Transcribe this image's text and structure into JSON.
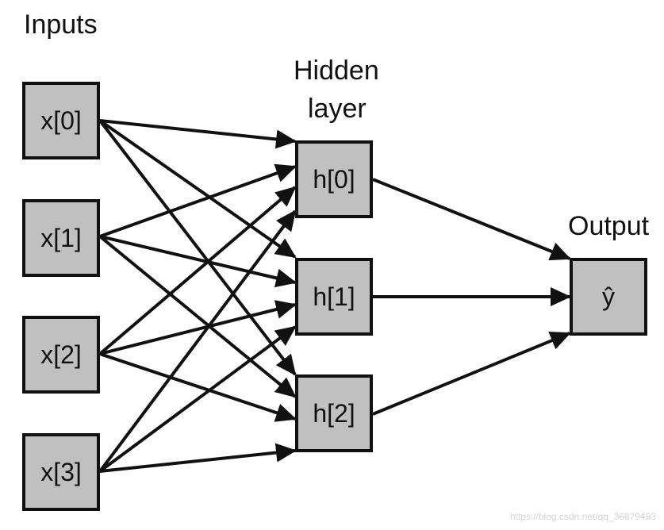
{
  "labels": {
    "inputs": "Inputs",
    "hidden_line1": "Hidden",
    "hidden_line2": "layer",
    "output": "Output"
  },
  "nodes": {
    "inputs": [
      "x[0]",
      "x[1]",
      "x[2]",
      "x[3]"
    ],
    "hidden": [
      "h[0]",
      "h[1]",
      "h[2]"
    ],
    "output": [
      "ŷ"
    ]
  },
  "watermark": "https://blog.csdn.net/qq_36879493",
  "colors": {
    "node_fill": "#c0c0c0",
    "stroke": "#111111"
  }
}
